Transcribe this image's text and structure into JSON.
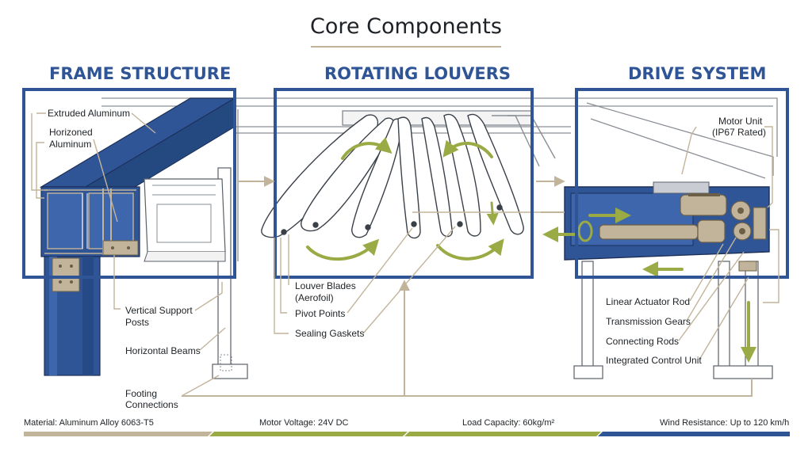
{
  "title": "Core Components",
  "sections": {
    "frame": "FRAME STRUCTURE",
    "louvers": "ROTATING LOUVERS",
    "drive": "DRIVE SYSTEM"
  },
  "frame_labels": {
    "extruded": "Extruded Aluminum",
    "horizoned_1": "Horizoned",
    "horizoned_2": "Aluminum",
    "posts_1": "Vertical Support",
    "posts_2": "Posts",
    "beams": "Horizontal Beams",
    "footing_1": "Footing",
    "footing_2": "Connections"
  },
  "louver_labels": {
    "blades_1": "Louver Blades",
    "blades_2": "(Aerofoil)",
    "pivot": "Pivot Points",
    "gaskets": "Sealing Gaskets"
  },
  "drive_labels": {
    "motor_1": "Motor Unit",
    "motor_2": "(IP67 Rated)",
    "actuator": "Linear Actuator Rod",
    "gears": "Transmission Gears",
    "rods": "Connecting Rods",
    "control": "Integrated Control Unit"
  },
  "specs": {
    "material": "Material: Aluminum Alloy 6063-T5",
    "voltage": "Motor Voltage: 24V DC",
    "load": "Load Capacity: 60kg/m²",
    "wind": "Wind Resistance: Up to 120 km/h"
  },
  "colors": {
    "blue": "#2f5597",
    "tan": "#c2b49a",
    "olive": "#9aaa44",
    "ink": "#1e2226"
  }
}
